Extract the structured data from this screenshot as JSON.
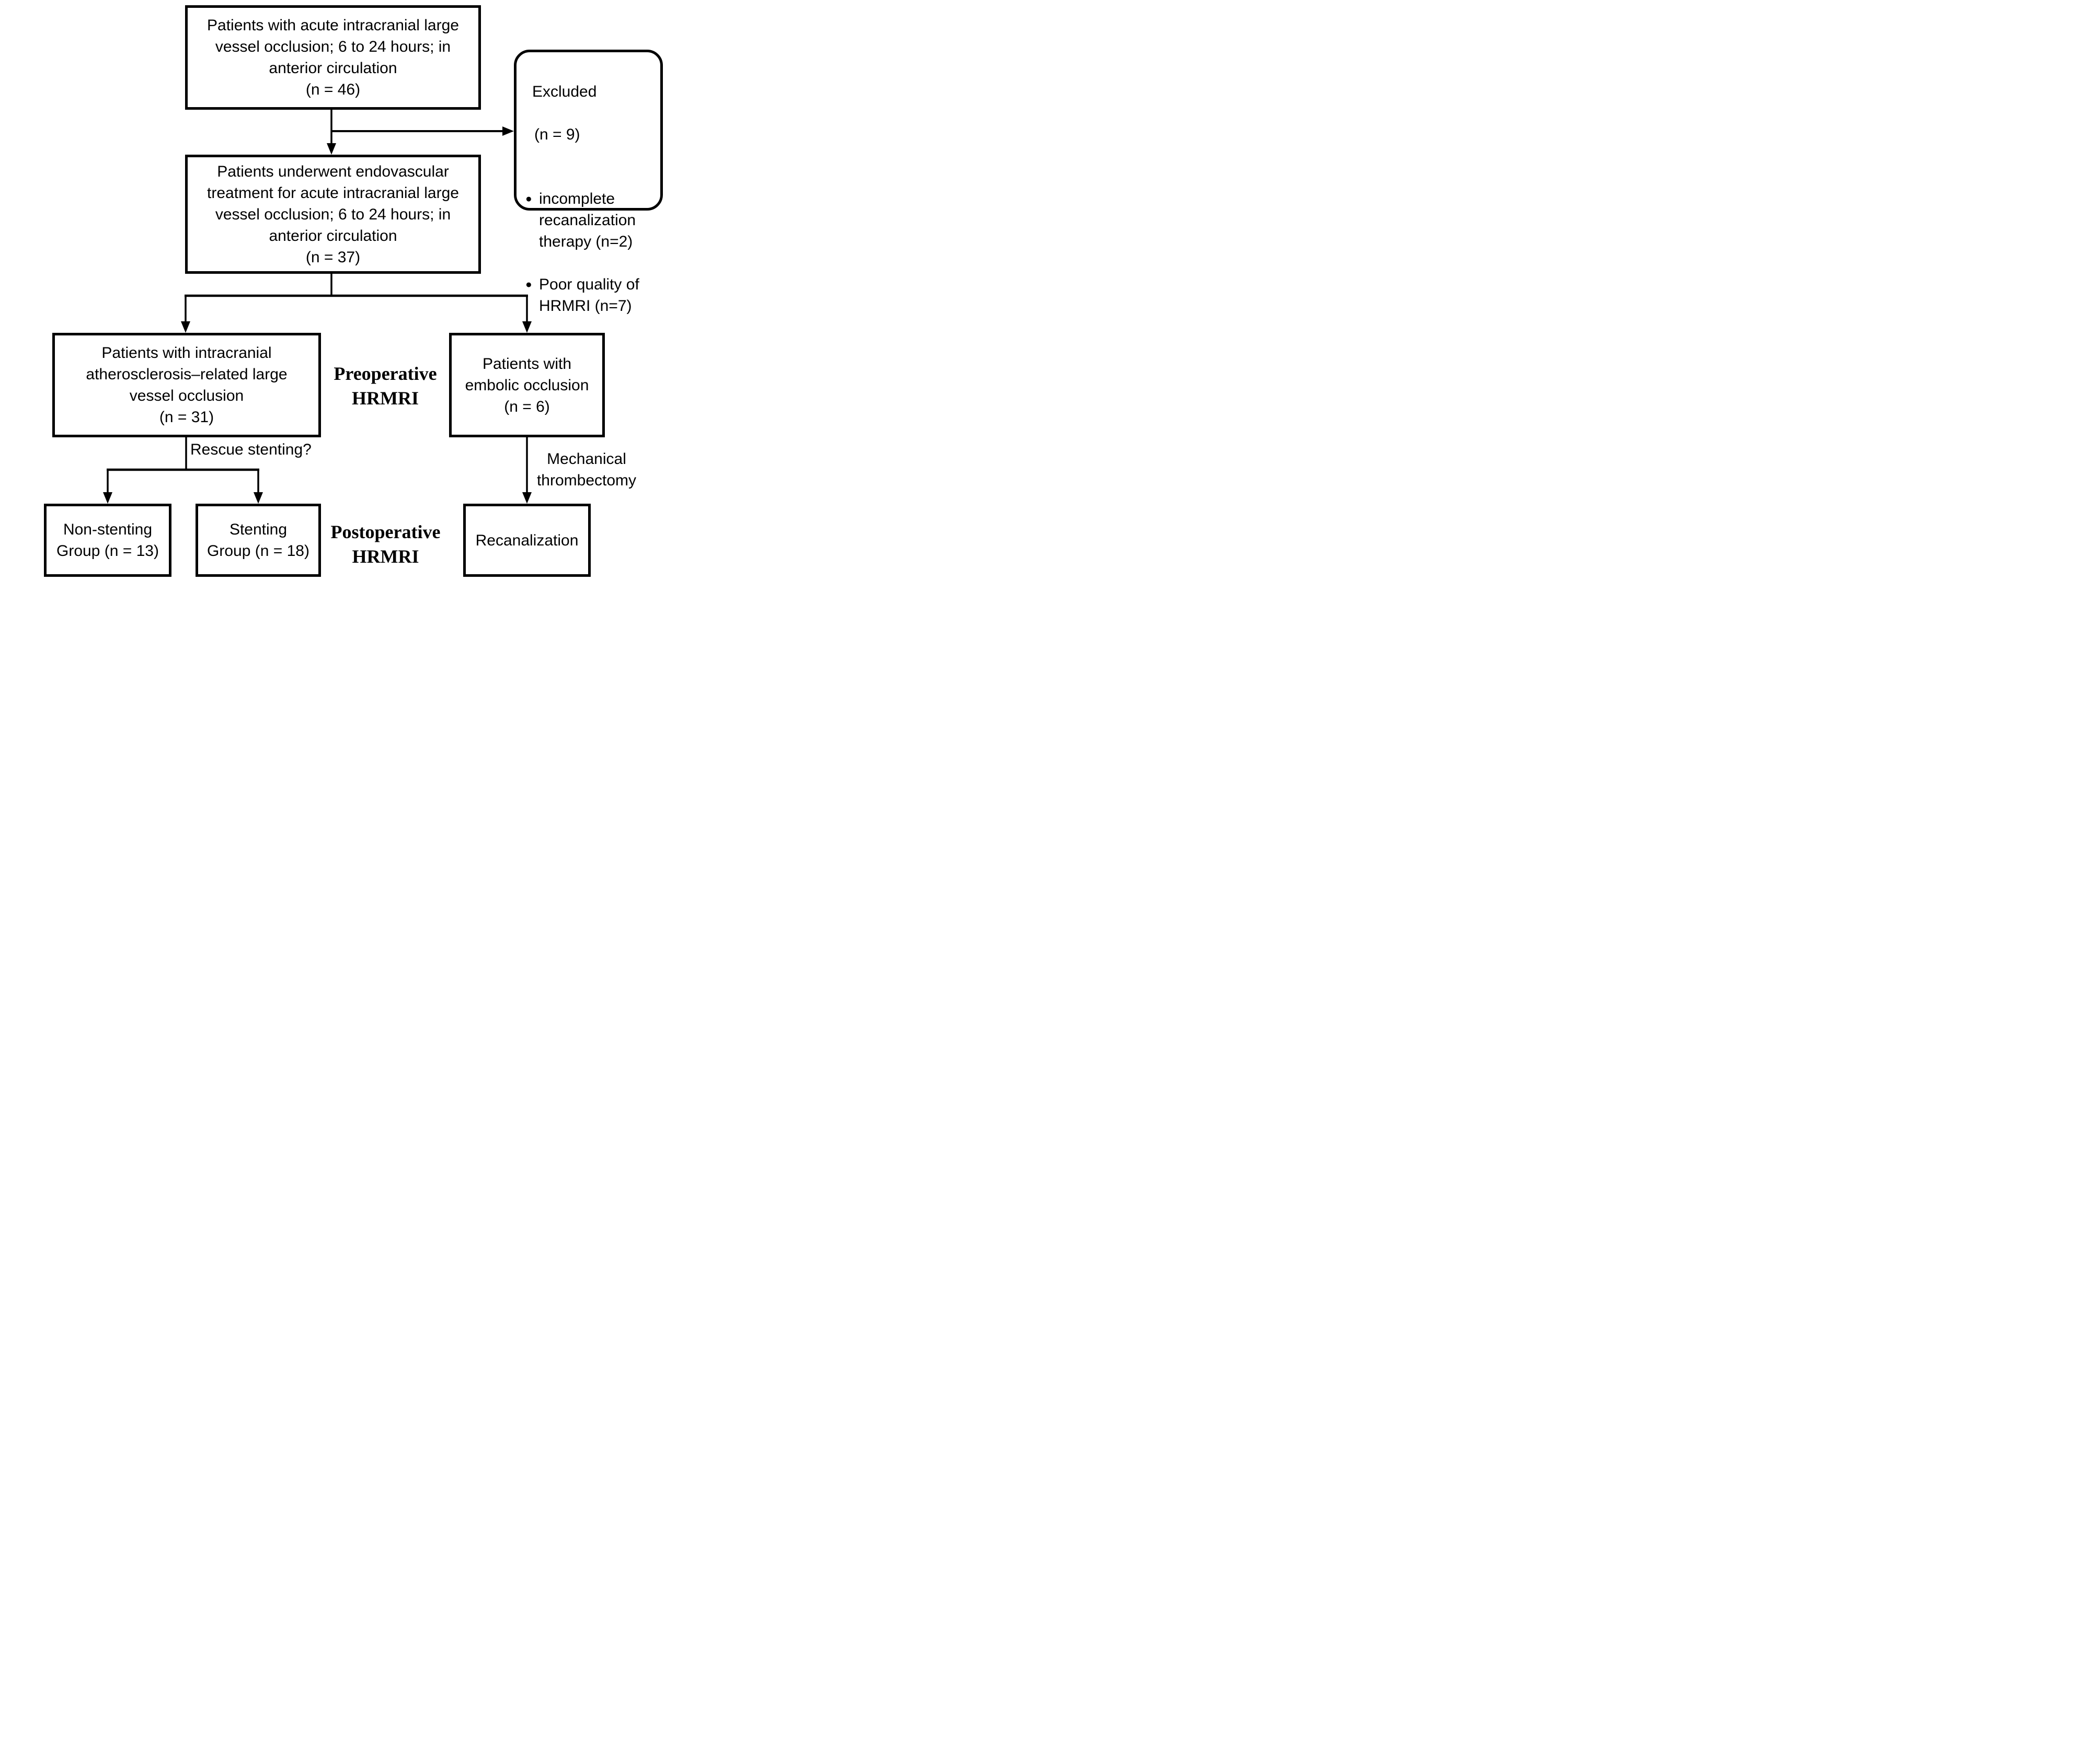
{
  "figure": {
    "background": "#ffffff",
    "line_color": "#000000"
  },
  "nodes": {
    "top": {
      "label": "Patients with acute intracranial large\nvessel occlusion; 6 to 24 hours; in\nanterior circulation\n(n = 46)"
    },
    "excluded": {
      "title": "Excluded",
      "subtitle": "(n = 9)",
      "bullets": [
        "incomplete recanalization therapy (n=2)",
        "Poor quality of HRMRI (n=7)"
      ]
    },
    "endovascular": {
      "label": "Patients underwent endovascular\ntreatment for acute intracranial large\nvessel occlusion; 6 to 24 hours; in\nanterior circulation\n(n = 37)"
    },
    "icas": {
      "label": "Patients with intracranial\natherosclerosis–related large\nvessel occlusion\n(n = 31)"
    },
    "embolic": {
      "label": "Patients with\nembolic occlusion\n(n = 6)"
    },
    "non_stenting": {
      "label": "Non-stenting\nGroup (n = 13)"
    },
    "stenting": {
      "label": "Stenting\nGroup (n = 18)"
    },
    "recanalization": {
      "label": "Recanalization"
    }
  },
  "labels": {
    "preoperative": "Preoperative\nHRMRI",
    "postoperative": "Postoperative\nHRMRI",
    "rescue": "Rescue stenting?",
    "mechanical": "Mechanical\nthrombectomy"
  }
}
